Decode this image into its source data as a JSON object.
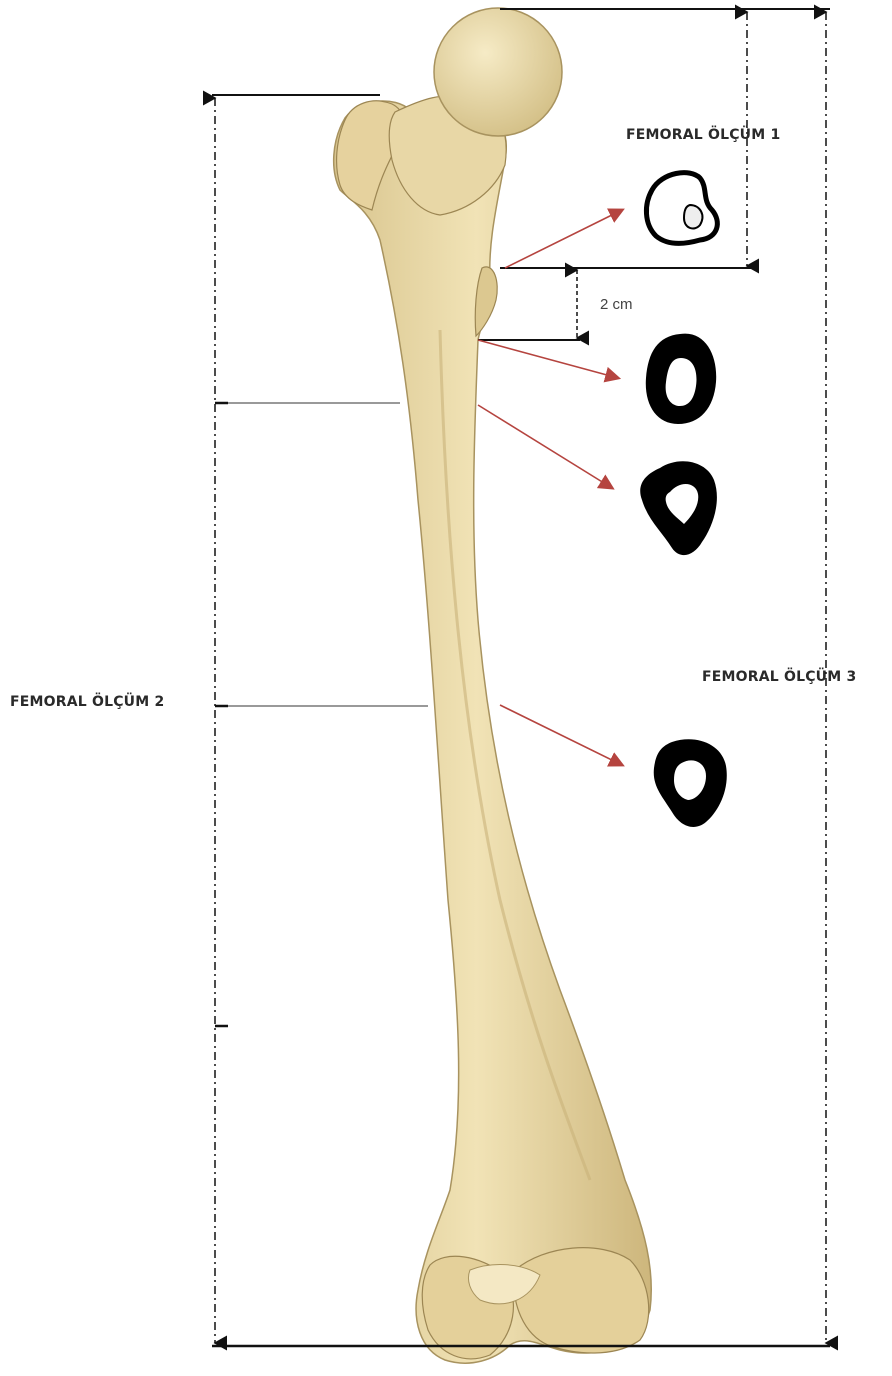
{
  "labels": {
    "measurement_1": "FEMORAL ÖLÇÜM 1",
    "measurement_2": "FEMORAL ÖLÇÜM 2",
    "measurement_3": "FEMORAL ÖLÇÜM 3",
    "offset": "2 cm"
  },
  "colors": {
    "bone": "#ead9a6",
    "bone_shadow": "#c9b37a",
    "arrow": "#b5443f",
    "dimension_line": "#111111",
    "section": "#000000"
  }
}
